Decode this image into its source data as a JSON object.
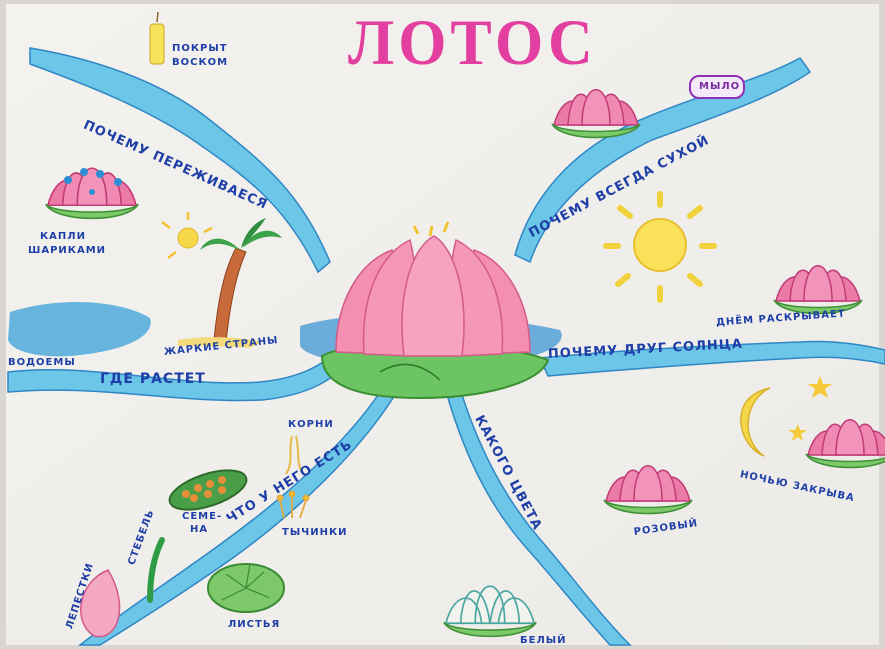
{
  "title": "ЛОТОС",
  "branches": {
    "why_survives": "ПОЧЕМУ ПЕРЕЖИВАЕСЯ",
    "why_dry": "ПОЧЕМУ ВСЕГДА СУХОЙ",
    "where_grows": "ГДЕ РАСТЕТ",
    "friend_sun": "ПОЧЕМУ ДРУГ СОЛНЦА",
    "what_has": "ЧТО У НЕГО ЕСТЬ",
    "what_color": "КАКОГО ЦВЕТА"
  },
  "labels": {
    "wax": [
      "ПОКРЫТ",
      "ВОСКОМ"
    ],
    "drops": [
      "КАПЛИ",
      "ШАРИКАМИ"
    ],
    "soap": "МЫЛО",
    "open_day": "ДНЁМ РАСКРЫВАЕТ",
    "night_close": "НОЧЬЮ ЗАКРЫВА",
    "hot": "ЖАРКИЕ СТРАНЫ",
    "waters": "ВОДОЕМЫ",
    "roots": "КОРНИ",
    "seeds": [
      "СЕМЕ-",
      "НА"
    ],
    "stem": "СТЕБЕЛЬ",
    "petals": "ЛЕПЕСТКИ",
    "stamens": "ТЫЧИНКИ",
    "leaves": "ЛИСТЬЯ",
    "pink": "РОЗОВЫЙ",
    "white": "БЕЛЫЙ"
  }
}
